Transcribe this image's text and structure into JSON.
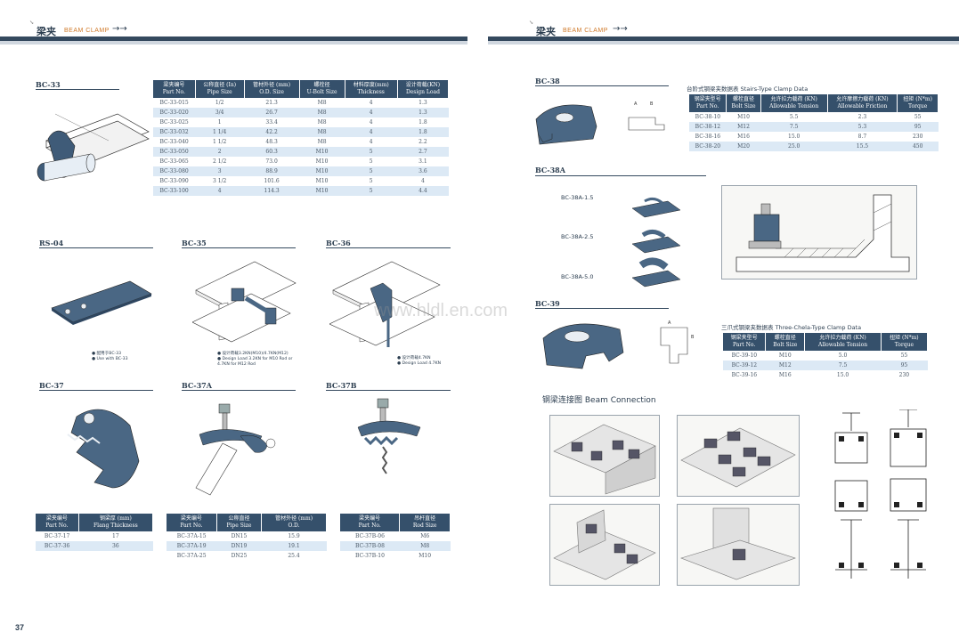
{
  "header": {
    "left": {
      "title": "梁夹",
      "subtitle": "BEAM CLAMP",
      "arrow": "→→"
    },
    "right": {
      "title": "梁夹",
      "subtitle": "BEAM CLAMP",
      "arrow": "→→"
    }
  },
  "bc33": {
    "label": "BC-33",
    "headers": [
      [
        "梁夹编号",
        "Part No."
      ],
      [
        "公称直径 (In)",
        "Pipe Size"
      ],
      [
        "管材外径 (mm)",
        "O.D. Size"
      ],
      [
        "螺栓径",
        "U-Bolt Size"
      ],
      [
        "材料厚度(mm)",
        "Thickness"
      ],
      [
        "设计荷载(KN)",
        "Design Load"
      ]
    ],
    "rows": [
      [
        "BC-33-015",
        "1/2",
        "21.3",
        "M8",
        "4",
        "1.3"
      ],
      [
        "BC-33-020",
        "3/4",
        "26.7",
        "M8",
        "4",
        "1.3"
      ],
      [
        "BC-33-025",
        "1",
        "33.4",
        "M8",
        "4",
        "1.8"
      ],
      [
        "BC-33-032",
        "1 1/4",
        "42.2",
        "M8",
        "4",
        "1.8"
      ],
      [
        "BC-33-040",
        "1 1/2",
        "48.3",
        "M8",
        "4",
        "2.2"
      ],
      [
        "BC-33-050",
        "2",
        "60.3",
        "M10",
        "5",
        "2.7"
      ],
      [
        "BC-33-065",
        "2 1/2",
        "73.0",
        "M10",
        "5",
        "3.1"
      ],
      [
        "BC-33-080",
        "3",
        "88.9",
        "M10",
        "5",
        "3.6"
      ],
      [
        "BC-33-090",
        "3 1/2",
        "101.6",
        "M10",
        "5",
        "4"
      ],
      [
        "BC-33-100",
        "4",
        "114.3",
        "M10",
        "5",
        "4.4"
      ]
    ]
  },
  "rs04": {
    "label": "RS-04",
    "note": [
      "● 配用于BC-33",
      "● Use with BC-33"
    ]
  },
  "bc35": {
    "label": "BC-35",
    "note": [
      "● 设计荷载3.2KN(M10)/4.7KN(M12)",
      "● Design Load 3.2KN for M10 Rod or",
      "4.7KN for M12 Rod"
    ]
  },
  "bc36": {
    "label": "BC-36",
    "note": [
      "● 设计荷载4.7KN",
      "● Design Load 4.7KN"
    ]
  },
  "bc37": {
    "label": "BC-37",
    "headers": [
      [
        "梁夹编号",
        "Part No."
      ],
      [
        "钢梁厚 (mm)",
        "Flang Thickness"
      ]
    ],
    "rows": [
      [
        "BC-37-17",
        "17"
      ],
      [
        "BC-37-36",
        "36"
      ]
    ]
  },
  "bc37a": {
    "label": "BC-37A",
    "headers": [
      [
        "梁夹编号",
        "Part No."
      ],
      [
        "公称直径",
        "Pipe Size"
      ],
      [
        "管材外径 (mm)",
        "O.D."
      ]
    ],
    "rows": [
      [
        "BC-37A-15",
        "DN15",
        "15.9"
      ],
      [
        "BC-37A-19",
        "DN19",
        "19.1"
      ],
      [
        "BC-37A-25",
        "DN25",
        "25.4"
      ]
    ]
  },
  "bc37b": {
    "label": "BC-37B",
    "headers": [
      [
        "梁夹编号",
        "Part No."
      ],
      [
        "吊杆直径",
        "Rod Size"
      ]
    ],
    "rows": [
      [
        "BC-37B-06",
        "M6"
      ],
      [
        "BC-37B-08",
        "M8"
      ],
      [
        "BC-37B-10",
        "M10"
      ]
    ]
  },
  "bc38": {
    "label": "BC-38",
    "caption": "台阶式钢梁夹数据表 Stairs-Type Clamp Data",
    "headers": [
      [
        "钢梁夹型号",
        "Part No."
      ],
      [
        "螺栓直径",
        "Bolt Size"
      ],
      [
        "允许拉力载荷 (KN)",
        "Allowable Tension"
      ],
      [
        "允许摩擦力载荷 (KN)",
        "Allowable Friction"
      ],
      [
        "扭矩 (N*m)",
        "Torque"
      ]
    ],
    "rows": [
      [
        "BC-38-10",
        "M10",
        "5.5",
        "2.3",
        "55"
      ],
      [
        "BC-38-12",
        "M12",
        "7.5",
        "5.3",
        "95"
      ],
      [
        "BC-38-16",
        "M16",
        "15.0",
        "8.7",
        "230"
      ],
      [
        "BC-38-20",
        "M20",
        "25.0",
        "15.5",
        "450"
      ]
    ]
  },
  "bc38a": {
    "label": "BC-38A",
    "items": [
      "BC-38A-1.5",
      "BC-38A-2.5",
      "BC-38A-5.0"
    ]
  },
  "bc39": {
    "label": "BC-39",
    "caption": "三爪式钢梁夹数据表 Three-Chela-Type Clamp Data",
    "headers": [
      [
        "钢梁夹型号",
        "Part No."
      ],
      [
        "螺栓直径",
        "Bolt Size"
      ],
      [
        "允许拉力载荷 (KN)",
        "Allowable Tension"
      ],
      [
        "扭矩 (N*m)",
        "Torque"
      ]
    ],
    "rows": [
      [
        "BC-39-10",
        "M10",
        "5.0",
        "55"
      ],
      [
        "BC-39-12",
        "M12",
        "7.5",
        "95"
      ],
      [
        "BC-39-16",
        "M16",
        "15.0",
        "230"
      ]
    ]
  },
  "beam_connection": "钢梁连接图  Beam Connection",
  "watermark": "www.hldl.en.com",
  "page_left": "37",
  "colors": {
    "band": "#34495e",
    "table_header": "#35506b",
    "row_alt": "#dce9f5",
    "accent": "#d07a2a"
  }
}
